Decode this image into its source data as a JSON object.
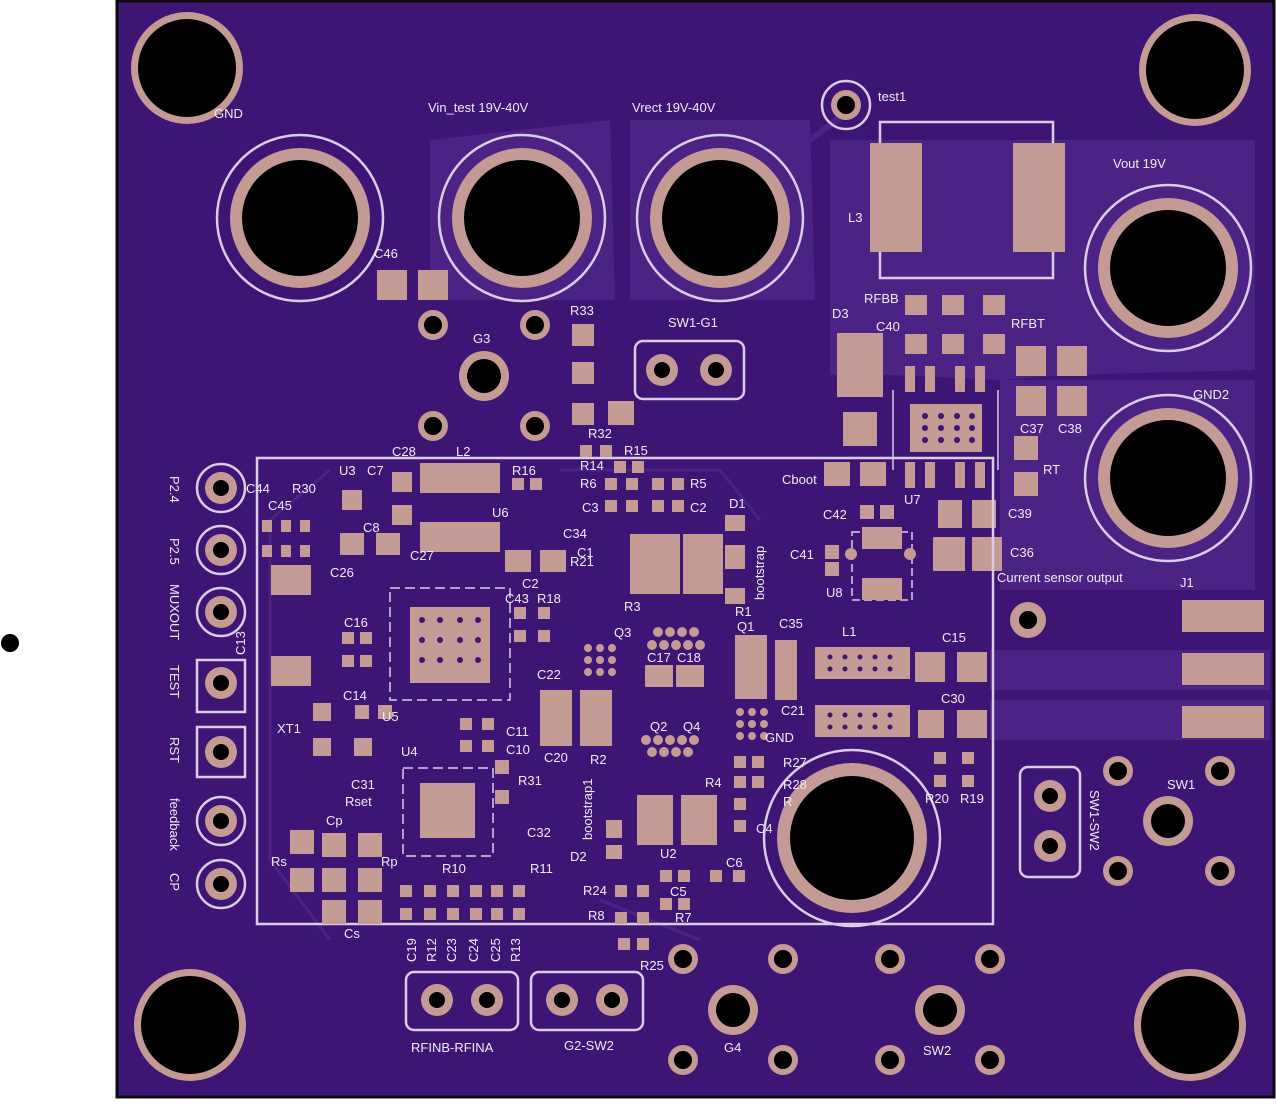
{
  "board": {
    "colors": {
      "background": "#ffffff",
      "board": "#3d1575",
      "board_edge": "#0b0b0b",
      "copper_zone": "#4a2385",
      "pad": "#c49a94",
      "silkscreen": "#d9cde6",
      "hole": "#000000"
    },
    "labels": {
      "gnd_corner": "GND",
      "vin_test": "Vin_test 19V-40V",
      "vrect": "Vrect 19V-40V",
      "test1": "test1",
      "vout": "Vout 19V",
      "gnd2": "GND2",
      "l3": "L3",
      "rfbb": "RFBB",
      "rfbt": "RFBT",
      "d3": "D3",
      "c40": "C40",
      "c46": "C46",
      "r33": "R33",
      "sw1_g1": "SW1-G1",
      "g3": "G3",
      "c37": "C37",
      "c38": "C38",
      "rt": "RT",
      "r32": "R32",
      "r15": "R15",
      "r14": "R14",
      "c28": "C28",
      "l2": "L2",
      "r16": "R16",
      "r6": "R6",
      "r5": "R5",
      "c3": "C3",
      "c2": "C2",
      "cboot": "Cboot",
      "u7": "U7",
      "c39": "C39",
      "c42": "C42",
      "c41": "C41",
      "c36": "C36",
      "current_sensor": "Current sensor output",
      "j1": "J1",
      "u8": "U8",
      "u3": "U3",
      "c7": "C7",
      "c44": "C44",
      "r30": "R30",
      "c45": "C45",
      "c8": "C8",
      "u6": "U6",
      "c34": "C34",
      "d1": "D1",
      "bootstrap": "bootstrap",
      "c27": "C27",
      "c26": "C26",
      "c1": "C1",
      "r21": "R21",
      "c2b": "C2",
      "r18": "R18",
      "c43": "C43",
      "r3": "R3",
      "r1": "R1",
      "q3": "Q3",
      "q1": "Q1",
      "c35": "C35",
      "l1": "L1",
      "c15": "C15",
      "c16": "C16",
      "c13": "C13",
      "c14": "C14",
      "u5": "U5",
      "c22": "C22",
      "c17": "C17",
      "c18": "C18",
      "c21": "C21",
      "c30": "C30",
      "xt1": "XT1",
      "c11": "C11",
      "c10": "C10",
      "c20": "C20",
      "q2": "Q2",
      "q4": "Q4",
      "gnd_mid": "GND",
      "u4": "U4",
      "r2": "R2",
      "r27": "R27",
      "r28": "R28",
      "r_mid": "R",
      "r4": "R4",
      "r20": "R20",
      "r19": "R19",
      "c31": "C31",
      "rset": "Rset",
      "r31": "R31",
      "bootstrap1": "bootstrap1",
      "c4": "C4",
      "sw1_sw2": "SW1-SW2",
      "sw1": "SW1",
      "cp_lbl": "Cp",
      "rp": "Rp",
      "rs": "Rs",
      "c32": "C32",
      "d2": "D2",
      "u2": "U2",
      "c6": "C6",
      "r10": "R10",
      "r11": "R11",
      "c5": "C5",
      "r24": "R24",
      "r7": "R7",
      "r8": "R8",
      "cs": "Cs",
      "r25": "R25",
      "c19": "C19",
      "r12": "R12",
      "c23": "C23",
      "c24": "C24",
      "c25": "C25",
      "r13": "R13",
      "rfinb_rfina": "RFINB-RFINA",
      "g2_sw2": "G2-SW2",
      "g4": "G4",
      "sw2": "SW2",
      "side_p24": "P2.4",
      "side_p25": "P2.5",
      "side_muxout": "MUXOUT",
      "side_test": "TEST",
      "side_rst": "RST",
      "side_feedback": "feedback",
      "side_cp": "CP"
    }
  }
}
